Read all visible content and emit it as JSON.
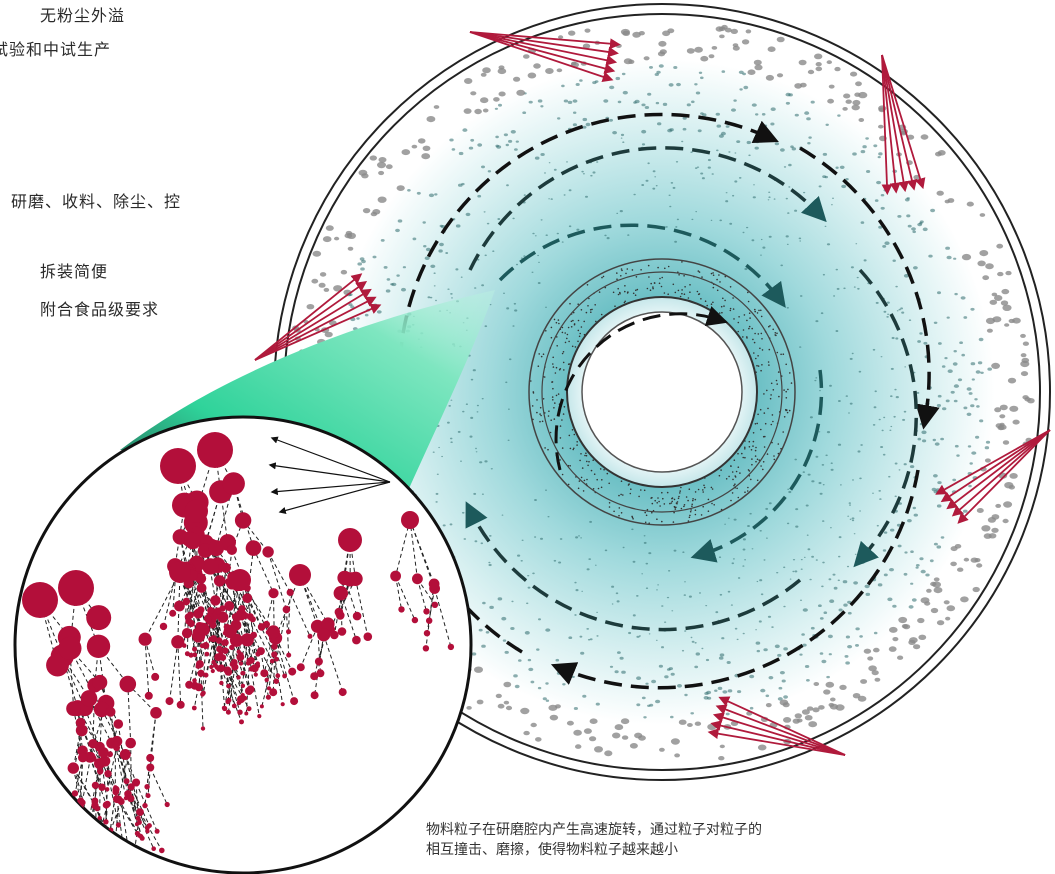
{
  "texts": {
    "line1": "无粉尘外溢",
    "line2": "试验和中试生产",
    "line3": "、研磨、收料、除尘、控",
    "line4": "拆装简便",
    "line5": "附合食品级要求"
  },
  "caption": {
    "line1": "物料粒子在研磨腔内产生高速旋转，通过粒子对粒子的",
    "line2": "相互撞击、磨擦，使得物料粒子越来越小"
  },
  "colors": {
    "chamber_inner": "#9fd9dc",
    "chamber_outer": "#ffffff",
    "magnifier_gradient": "#2fd39a",
    "particle": "#b30f3a",
    "impact_arrow": "#b01a3c",
    "flow_arrow": "#1a1a1a"
  }
}
